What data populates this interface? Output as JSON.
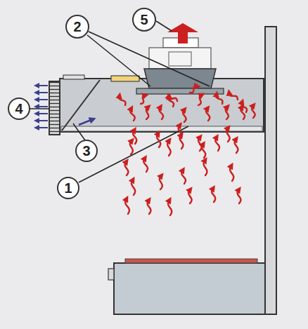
{
  "diagram": {
    "nodes": [
      {
        "text": [
          "2"
        ]
      },
      {
        "text": [
          "5"
        ]
      },
      {
        "text": [
          "4"
        ]
      },
      {
        "text": [
          "3"
        ]
      },
      {
        "text": [
          "1"
        ]
      }
    ]
  }
}
